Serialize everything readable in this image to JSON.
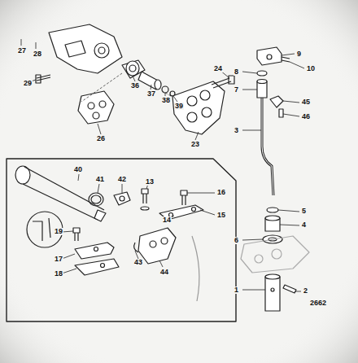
{
  "diagram": {
    "labels": [
      "27",
      "28",
      "29",
      "36",
      "37",
      "38",
      "39",
      "26",
      "23",
      "24",
      "9",
      "10",
      "8",
      "7",
      "45",
      "46",
      "3",
      "40",
      "41",
      "42",
      "13",
      "16",
      "14",
      "15",
      "19",
      "17",
      "18",
      "43",
      "44",
      "5",
      "4",
      "6",
      "1",
      "2",
      "2662"
    ]
  }
}
